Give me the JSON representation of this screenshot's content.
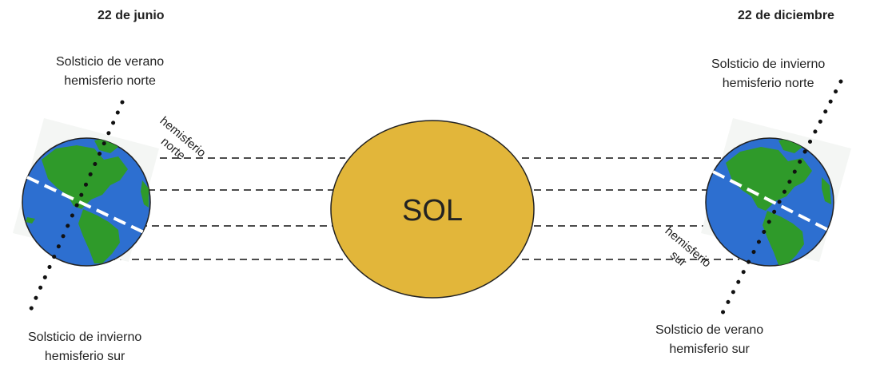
{
  "left": {
    "date": "22 de junio",
    "top_label": [
      "Solsticio de verano",
      "hemisferio norte"
    ],
    "bottom_label": [
      "Solsticio de invierno",
      "hemisferio sur"
    ],
    "hemisphere_label": [
      "hemisferio",
      "norte"
    ]
  },
  "right": {
    "date": "22 de diciembre",
    "top_label": [
      "Solsticio de invierno",
      "hemisferio norte"
    ],
    "bottom_label": [
      "Solsticio de verano",
      "hemisferio sur"
    ],
    "hemisphere_label": [
      "hemisferio",
      "sur"
    ]
  },
  "sun": {
    "label": "SOL"
  },
  "colors": {
    "sun_fill": "#e2b63a",
    "ocean": "#2d6fd0",
    "land": "#2f9a2a",
    "axis": "#111111",
    "equator": "#ffffff"
  }
}
